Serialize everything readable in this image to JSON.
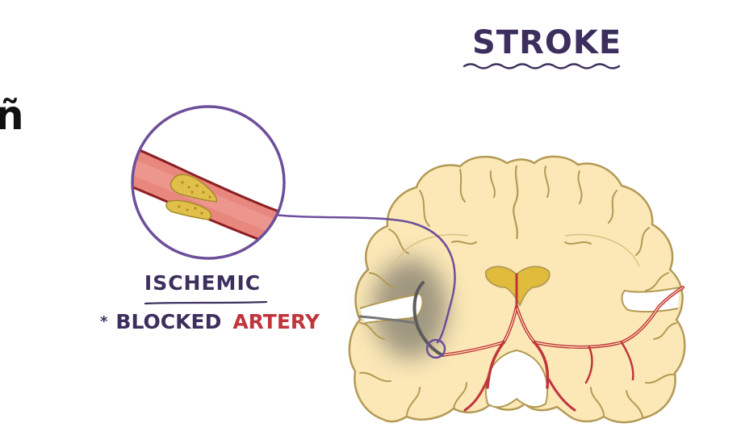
{
  "title": "STROKE",
  "label": "ISCHEMIC",
  "note": {
    "bullet": "*",
    "word": "BLOCKED",
    "accent_word": "ARTERY"
  },
  "edge_glyph": "ñ",
  "colors": {
    "ink": "#3c2f5e",
    "artery_red": "#c0353c",
    "brain_fill": "#fbe8b6",
    "brain_outline": "#b39a55",
    "vessel_fill": "#e8877e",
    "plaque": "#e0bf4a",
    "lens_outline": "#6d4f9a",
    "ischemia_shadow": "#555555"
  }
}
